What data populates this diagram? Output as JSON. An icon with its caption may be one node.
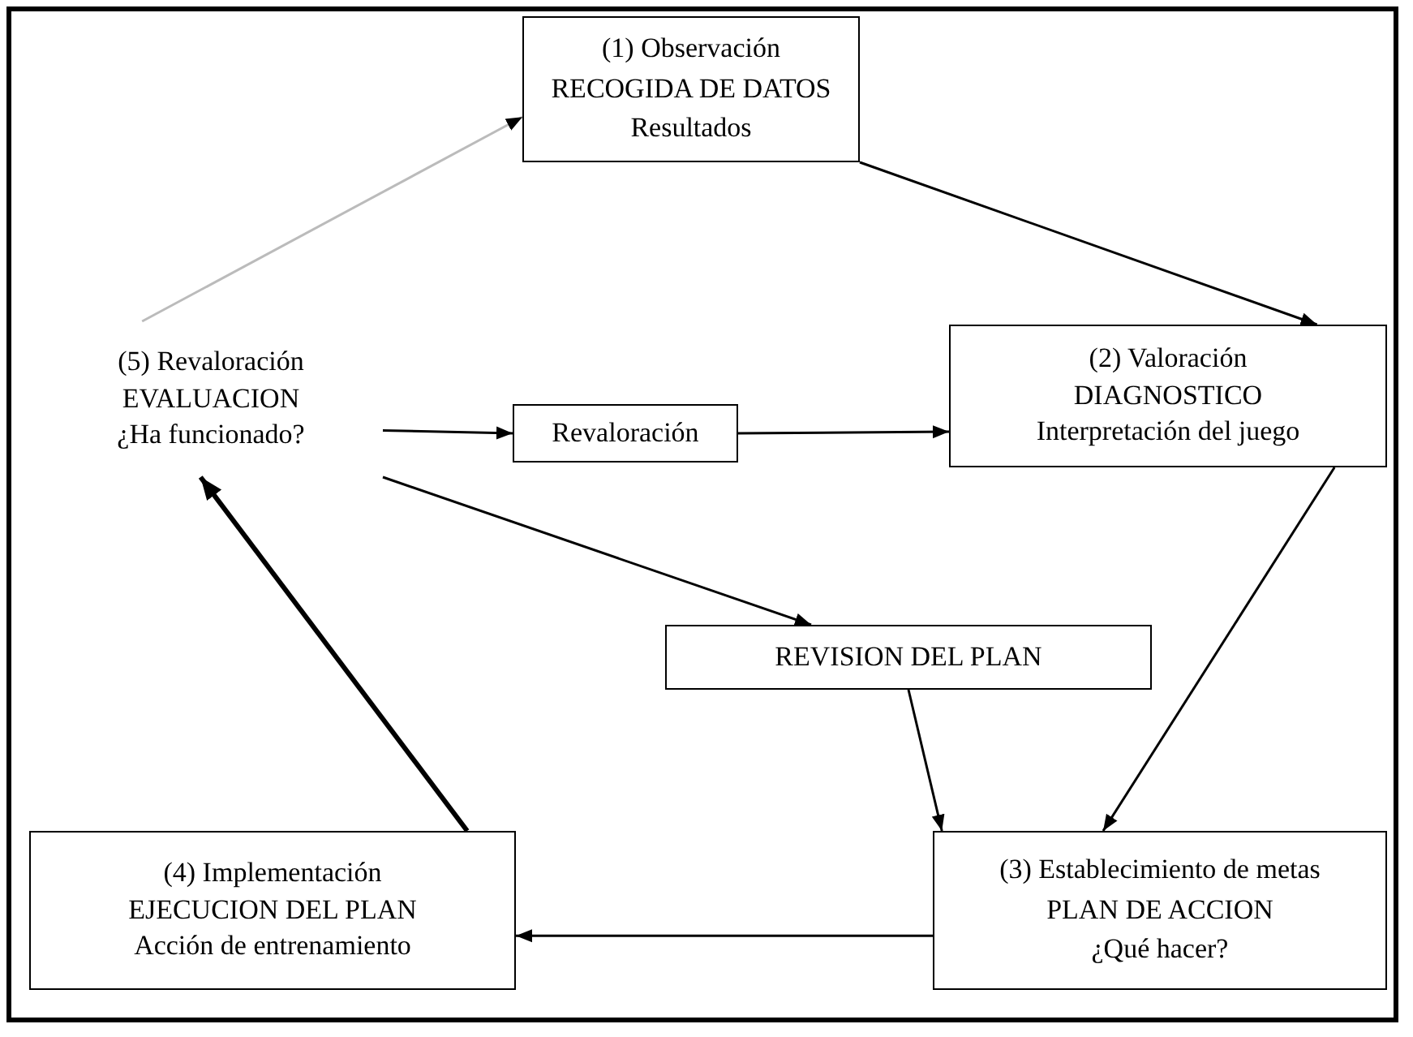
{
  "diagram": {
    "nodes": [
      {
        "text": [
          "(1)  Observación",
          "RECOGIDA DE DATOS",
          "Resultados"
        ]
      },
      {
        "text": [
          "(2)  Valoración",
          "DIAGNOSTICO",
          "Interpretación del juego"
        ]
      },
      {
        "text": [
          "(3)  Establecimiento de metas",
          "PLAN DE ACCION",
          "¿Qué hacer?"
        ]
      },
      {
        "text": [
          "(4)  Implementación",
          "EJECUCION DEL PLAN",
          "Acción de entrenamiento"
        ]
      },
      {
        "text": [
          "(5)  Revaloración",
          "EVALUACION",
          "¿Ha funcionado?"
        ]
      },
      {
        "text": [
          "Revaloración"
        ]
      },
      {
        "text": [
          "REVISION DEL PLAN"
        ]
      }
    ],
    "edges": [
      {
        "from": 4,
        "to": 0,
        "arrow": "to",
        "color": "#bbbbbb"
      },
      {
        "from": 0,
        "to": 1,
        "arrow": "to"
      },
      {
        "from": 1,
        "to": 2,
        "arrow": "to"
      },
      {
        "from": 2,
        "to": 3,
        "arrow": "to"
      },
      {
        "from": 3,
        "to": 4,
        "arrow": "to",
        "style": "thick"
      },
      {
        "from": 4,
        "to": 5,
        "arrow": "to"
      },
      {
        "from": 5,
        "to": 1,
        "arrow": "to"
      },
      {
        "from": 4,
        "to": 6,
        "arrow": "to"
      },
      {
        "from": 6,
        "to": 2,
        "arrow": "to"
      }
    ]
  }
}
